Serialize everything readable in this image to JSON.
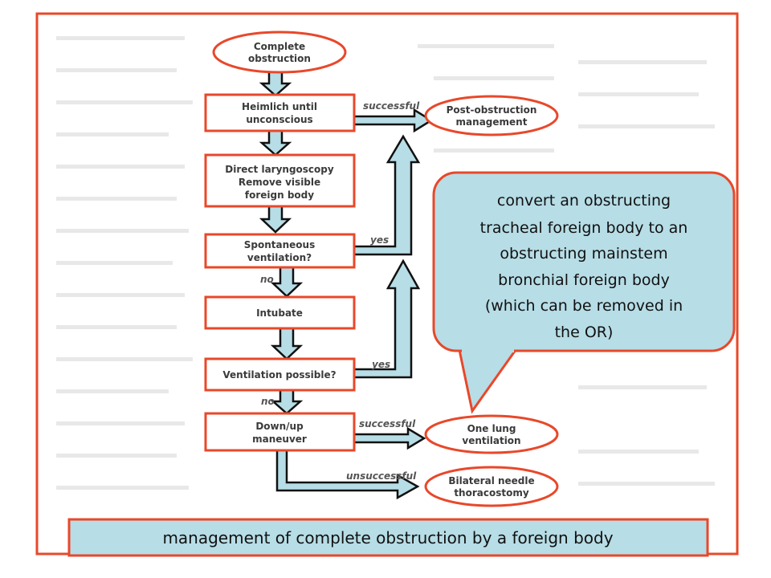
{
  "diagram": {
    "nodes": {
      "complete_obstruction": {
        "lines": [
          "Complete",
          "obstruction"
        ]
      },
      "heimlich": {
        "lines": [
          "Heimlich until",
          "unconscious"
        ]
      },
      "post_obstruction": {
        "lines": [
          "Post-obstruction",
          "management"
        ]
      },
      "direct_laryngoscopy": {
        "lines": [
          "Direct laryngoscopy",
          "Remove visible",
          "foreign body"
        ]
      },
      "spontaneous_ventilation": {
        "lines": [
          "Spontaneous",
          "ventilation?"
        ]
      },
      "intubate": {
        "lines": [
          "Intubate"
        ]
      },
      "ventilation_possible": {
        "lines": [
          "Ventilation possible?"
        ]
      },
      "down_up": {
        "lines": [
          "Down/up",
          "maneuver"
        ]
      },
      "one_lung": {
        "lines": [
          "One lung",
          "ventilation"
        ]
      },
      "bilateral_needle": {
        "lines": [
          "Bilateral needle",
          "thoracostomy"
        ]
      }
    },
    "edge_labels": {
      "successful_1": "successful",
      "yes_1": "yes",
      "no_1": "no",
      "yes_2": "yes",
      "no_2": "no",
      "successful_2": "successful",
      "unsuccessful": "unsuccessful"
    }
  },
  "callout": {
    "lines": [
      "convert an obstructing",
      "tracheal foreign body to an",
      "obstructing mainstem",
      "bronchial foreign body",
      "(which can be removed in",
      "the OR)"
    ]
  },
  "caption": "management of complete obstruction by a foreign body",
  "colors": {
    "frame": "#e8482a",
    "arrow_fill": "#b7dde6",
    "callout_fill": "#b7dde6",
    "caption_fill": "#b7dde6"
  }
}
